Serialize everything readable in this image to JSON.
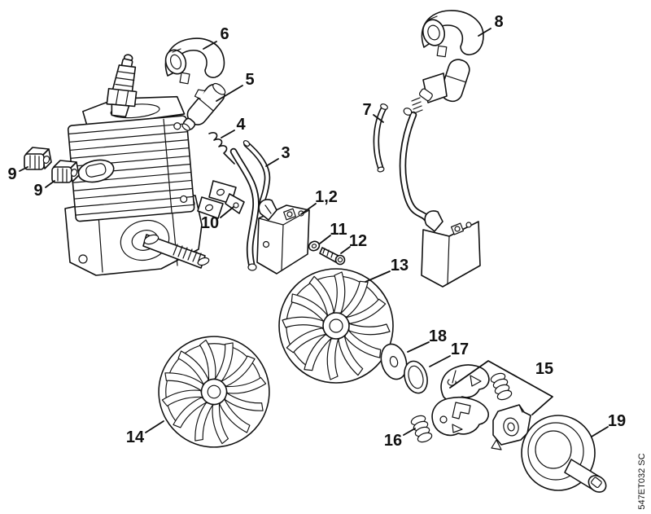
{
  "figure": {
    "background": "#ffffff",
    "line_color": "#111111",
    "text_color": "#111111",
    "drawing_number": "547ET032 SC"
  },
  "callouts": [
    {
      "label": "1,2"
    },
    {
      "label": "3"
    },
    {
      "label": "4"
    },
    {
      "label": "5"
    },
    {
      "label": "6"
    },
    {
      "label": "7"
    },
    {
      "label": "8"
    },
    {
      "label": "9"
    },
    {
      "label": "9"
    },
    {
      "label": "10"
    },
    {
      "label": "11"
    },
    {
      "label": "12"
    },
    {
      "label": "13"
    },
    {
      "label": "14"
    },
    {
      "label": "15"
    },
    {
      "label": "16"
    },
    {
      "label": "17"
    },
    {
      "label": "18"
    },
    {
      "label": "19"
    }
  ]
}
